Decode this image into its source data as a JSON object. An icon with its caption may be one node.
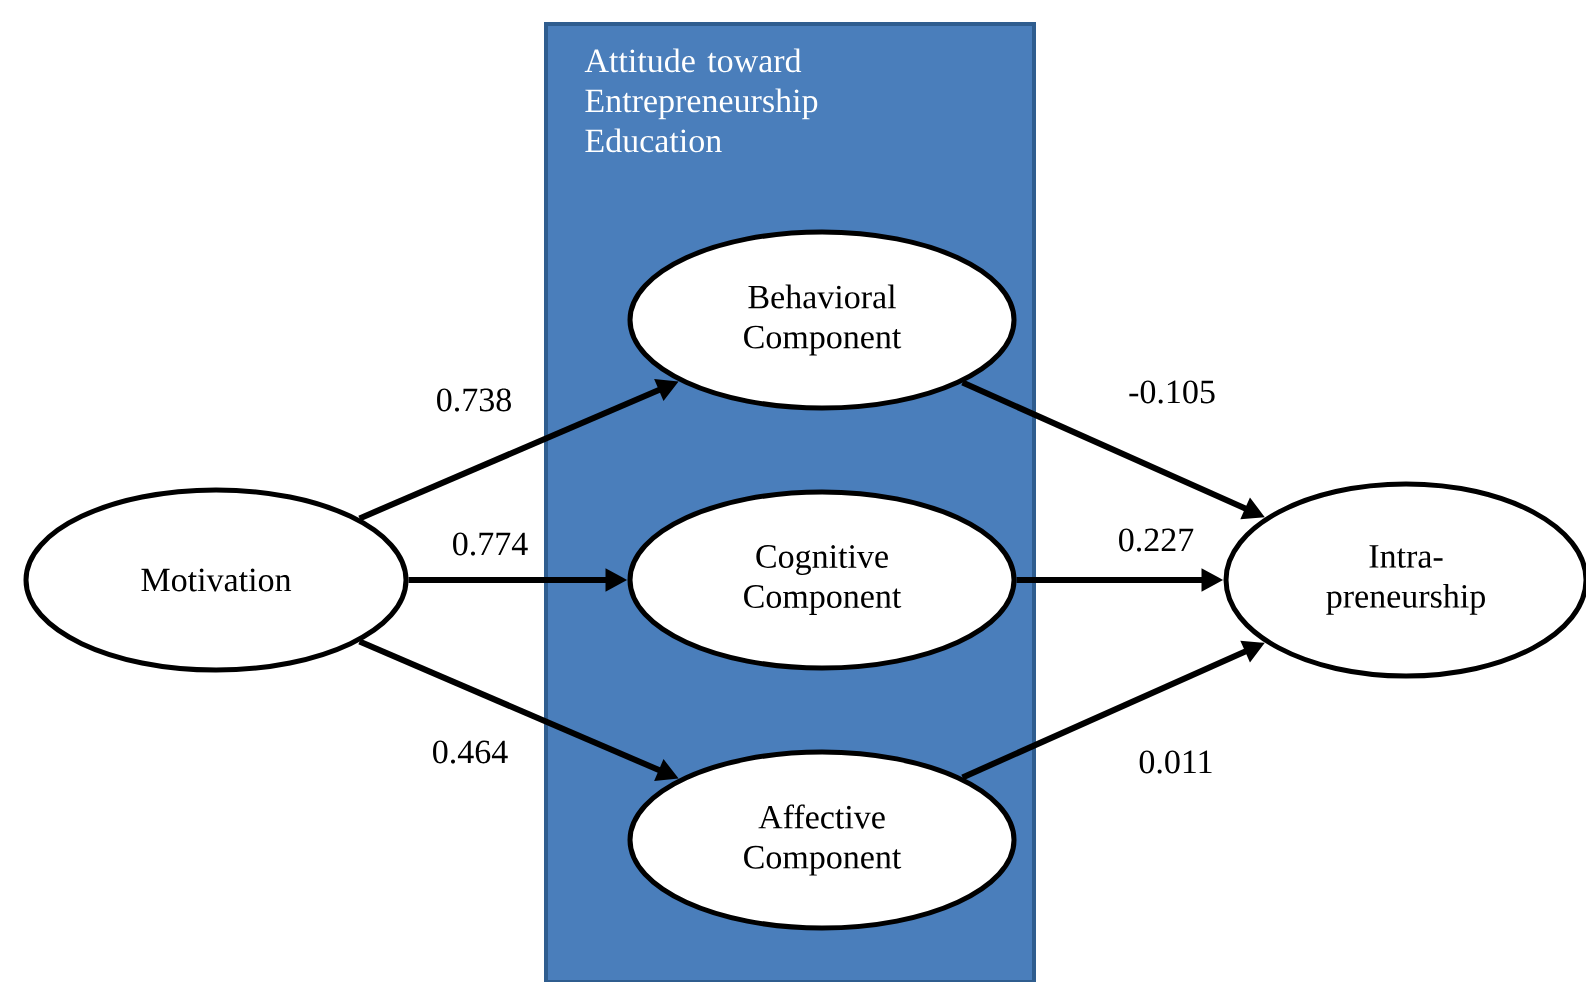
{
  "diagram": {
    "nodes": [
      {
        "text": [
          "Motivation"
        ]
      },
      {
        "text": [
          "Attitude toward Entrepreneurship Education"
        ]
      },
      {
        "text": [
          "Behavioral Component"
        ],
        "in": 1
      },
      {
        "text": [
          "Cognitive Component"
        ],
        "in": 1
      },
      {
        "text": [
          "Affective Component"
        ],
        "in": 1
      },
      {
        "text": [
          "Intra- preneurship"
        ]
      }
    ],
    "edges": [
      {
        "from": 0,
        "to": 2,
        "arrow": "to",
        "label": "0.738"
      },
      {
        "from": 0,
        "to": 3,
        "arrow": "to",
        "label": "0.774"
      },
      {
        "from": 0,
        "to": 4,
        "arrow": "to",
        "label": "0.464"
      },
      {
        "from": 2,
        "to": 5,
        "arrow": "to",
        "label": "-0.105"
      },
      {
        "from": 3,
        "to": 5,
        "arrow": "to",
        "label": "0.227"
      },
      {
        "from": 4,
        "to": 5,
        "arrow": "to",
        "label": "0.011"
      }
    ]
  }
}
